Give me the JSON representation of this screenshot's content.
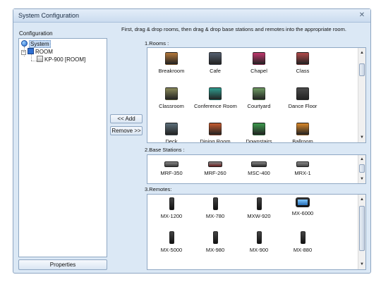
{
  "window": {
    "title": "System Configuration"
  },
  "left": {
    "label": "Configuration",
    "tree": [
      {
        "label": "System",
        "icon": "globe-icon",
        "expander": ""
      },
      {
        "label": "ROOM",
        "icon": "room-icon",
        "expander": "−"
      },
      {
        "label": "KP-900 [ROOM]",
        "icon": "device-icon",
        "expander": ""
      }
    ],
    "properties_label": "Properties"
  },
  "instructions": "First, drag & drop rooms, then drag & drop base stations and remotes into the appropriate room.",
  "buttons": {
    "add": "<< Add",
    "remove": "Remove >>"
  },
  "rooms": {
    "label": "1.Rooms :",
    "items": [
      {
        "name": "Breakroom",
        "color": "#b5793a"
      },
      {
        "name": "Cafe",
        "color": "#556070"
      },
      {
        "name": "Chapel",
        "color": "#c2386e"
      },
      {
        "name": "Class",
        "color": "#b24a4a"
      },
      {
        "name": "Classroom",
        "color": "#8a8a5a"
      },
      {
        "name": "Conference Room",
        "color": "#2f9c8f"
      },
      {
        "name": "Courtyard",
        "color": "#6f9b63"
      },
      {
        "name": "Dance Floor",
        "color": "#4a4a4a"
      },
      {
        "name": "Deck",
        "color": "#5c6f7a"
      },
      {
        "name": "Dining Room",
        "color": "#c55a2f"
      },
      {
        "name": "Downstairs",
        "color": "#3d9a4d"
      },
      {
        "name": "Ballroom",
        "color": "#d9882a"
      }
    ]
  },
  "stations": {
    "label": "2.Base Stations :",
    "items": [
      {
        "name": "MRF-350",
        "color": "#3a3a3a"
      },
      {
        "name": "MRF-260",
        "color": "#6a1d1d"
      },
      {
        "name": "MSC-400",
        "color": "#2a2a2a"
      },
      {
        "name": "MRX-1",
        "color": "#444444"
      }
    ]
  },
  "remotes": {
    "label": "3.Remotes:",
    "items": [
      {
        "name": "MX-1200"
      },
      {
        "name": "MX-780"
      },
      {
        "name": "MXW-920"
      },
      {
        "name": "MX-6000"
      },
      {
        "name": "MX-5000"
      },
      {
        "name": "MX-980"
      },
      {
        "name": "MX-900"
      },
      {
        "name": "MX-880"
      }
    ]
  }
}
